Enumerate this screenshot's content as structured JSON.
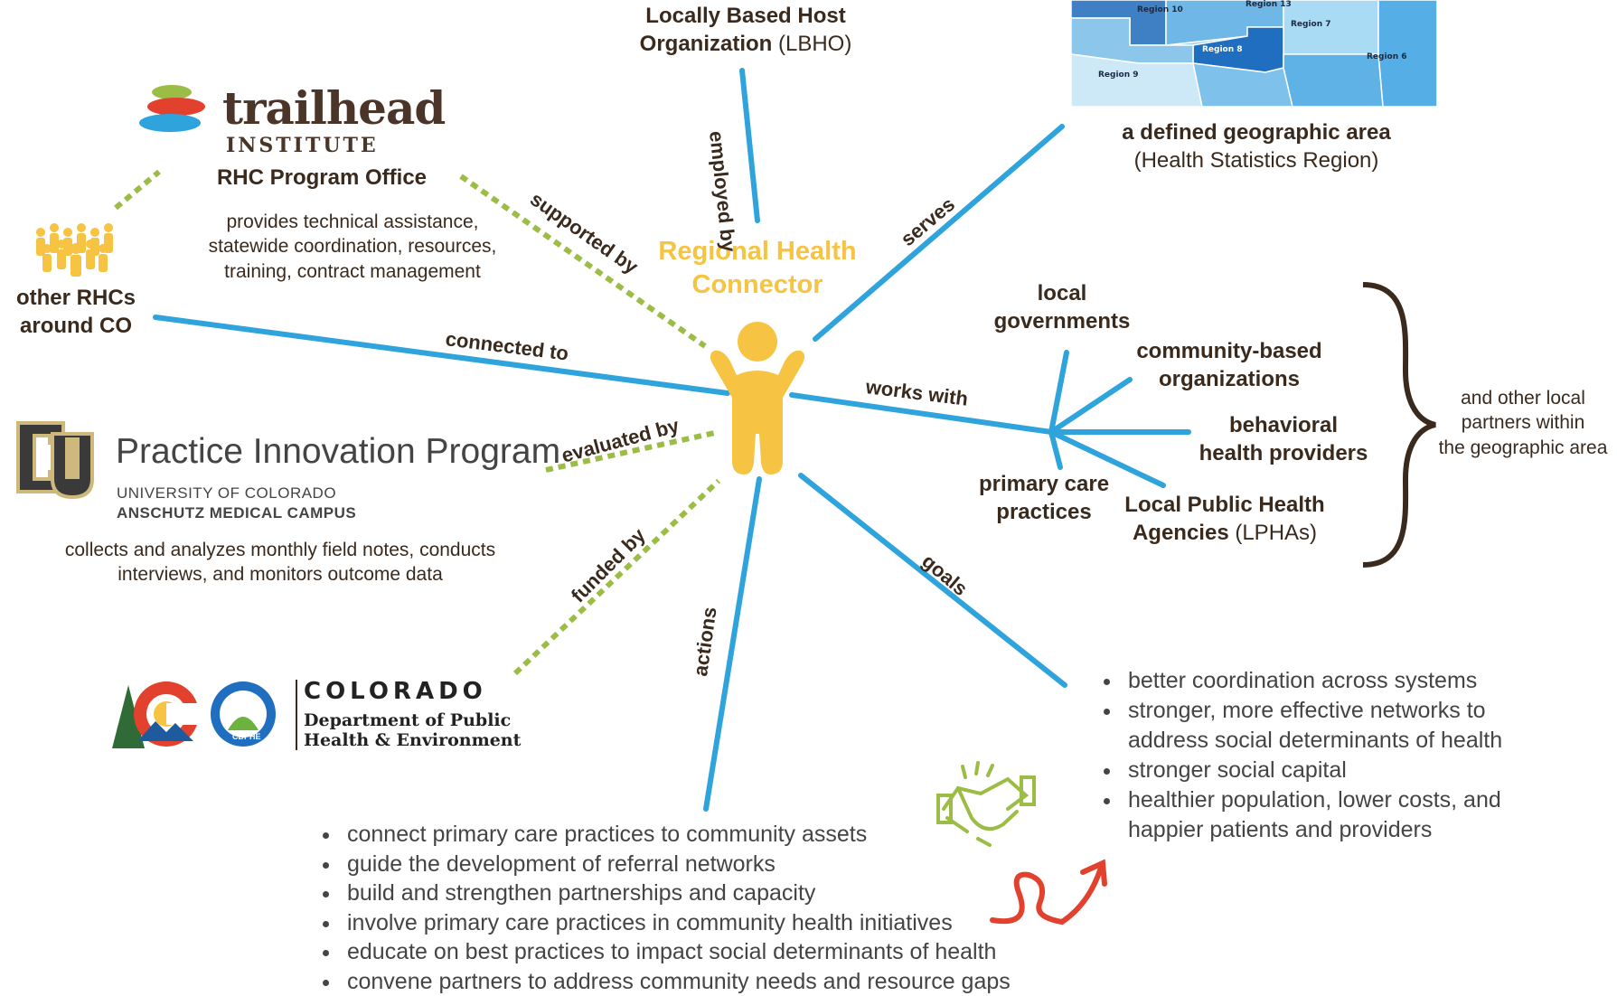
{
  "center": {
    "line1": "Regional Health",
    "line2": "Connector"
  },
  "edges": {
    "employed_by": "employed by",
    "supported_by": "supported by",
    "serves": "serves",
    "connected_to": "connected to",
    "works_with": "works with",
    "evaluated_by": "evaluated by",
    "funded_by": "funded by",
    "actions": "actions",
    "goals": "goals"
  },
  "lbho": {
    "line1": "Locally Based Host",
    "line2_bold": "Organization",
    "line2_rest": " (LBHO)"
  },
  "trailhead": {
    "logo_word": "trailhead",
    "logo_sub": "INSTITUTE",
    "office": "RHC Program Office",
    "desc1": "provides technical assistance,",
    "desc2": "statewide coordination, resources,",
    "desc3": "training, contract management"
  },
  "geo": {
    "line1": "a defined geographic area",
    "line2": "(Health Statistics Region)",
    "regions": [
      "Region 10",
      "Region 13",
      "Region 7",
      "Region 8",
      "Region 9",
      "Region 6"
    ]
  },
  "other_rhcs": {
    "line1": "other RHCs",
    "line2": "around CO"
  },
  "partners": {
    "local_gov1": "local",
    "local_gov2": "governments",
    "cbo1": "community-based",
    "cbo2": "organizations",
    "bh1": "behavioral",
    "bh2": "health providers",
    "pcp1": "primary care",
    "pcp2": "practices",
    "lpha1": "Local Public Health",
    "lpha2_bold": "Agencies",
    "lpha2_rest": " (LPHAs)",
    "other1": "and other local",
    "other2": "partners within",
    "other3": "the geographic area"
  },
  "pip": {
    "title": "Practice Innovation Program",
    "univ": "UNIVERSITY OF COLORADO",
    "campus": "ANSCHUTZ MEDICAL CAMPUS",
    "desc1": "collects and analyzes monthly field notes, conducts",
    "desc2": "interviews, and monitors outcome data"
  },
  "cdphe": {
    "state": "COLORADO",
    "dept1": "Department of Public",
    "dept2": "Health & Environment",
    "seal": "CDPHE"
  },
  "goals": [
    "better coordination across systems",
    "stronger, more effective networks to address social determinants of health",
    "stronger social capital",
    "healthier population, lower costs, and happier patients and providers"
  ],
  "actions": [
    "connect primary care practices to community assets",
    "guide the development of referral networks",
    "build and strengthen partnerships and capacity",
    "involve primary care practices in community health initiatives",
    "educate on best practices to impact social determinants of health",
    "convene partners to address community needs and resource gaps"
  ],
  "colors": {
    "blue": "#2ea3dc",
    "green_dots": "#9cbd45",
    "gold": "#f6c342",
    "brown": "#3a2a1e"
  },
  "icons": [
    "person-icon",
    "people-group-icon",
    "handshake-icon",
    "growth-arrow-icon"
  ]
}
